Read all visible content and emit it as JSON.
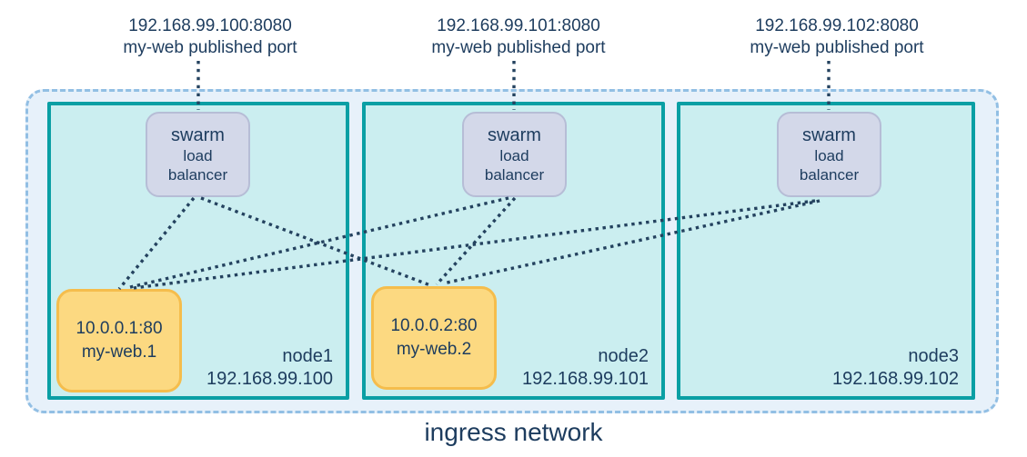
{
  "published_ports": [
    {
      "address": "192.168.99.100:8080",
      "caption": "my-web published port"
    },
    {
      "address": "192.168.99.101:8080",
      "caption": "my-web published port"
    },
    {
      "address": "192.168.99.102:8080",
      "caption": "my-web published port"
    }
  ],
  "load_balancer": {
    "line1": "swarm",
    "line2": "load",
    "line3": "balancer"
  },
  "nodes": [
    {
      "name": "node1",
      "ip": "192.168.99.100",
      "task": {
        "address": "10.0.0.1:80",
        "name": "my-web.1"
      }
    },
    {
      "name": "node2",
      "ip": "192.168.99.101",
      "task": {
        "address": "10.0.0.2:80",
        "name": "my-web.2"
      }
    },
    {
      "name": "node3",
      "ip": "192.168.99.102"
    }
  ],
  "network_label": "ingress network",
  "colors": {
    "ingress_fill": "#E7F1FA",
    "ingress_border": "#92BFE4",
    "node_fill": "#CBEEF0",
    "node_border": "#0A9FA4",
    "load_balancer_fill": "#D3D8E9",
    "load_balancer_border": "#B6BDD6",
    "task_fill": "#FCD981",
    "task_border": "#F5BD4C",
    "text": "#1D3C5E",
    "connector": "#24425F"
  }
}
